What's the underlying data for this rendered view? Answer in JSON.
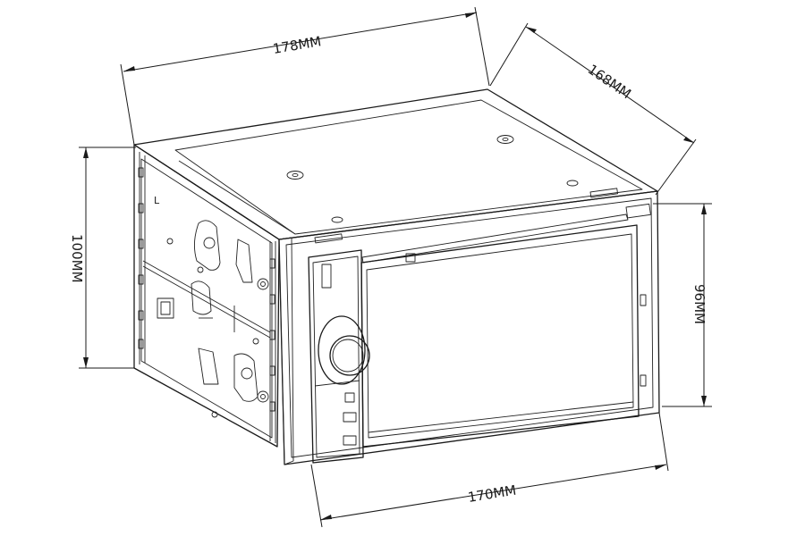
{
  "dimensions": {
    "top_width": "178MM",
    "depth": "168MM",
    "height_left": "100MM",
    "height_right": "96MM",
    "front_width": "170MM"
  },
  "markings": {
    "left_side_mark": "L"
  },
  "colors": {
    "line": "#1a1a1a",
    "background": "#ffffff"
  }
}
